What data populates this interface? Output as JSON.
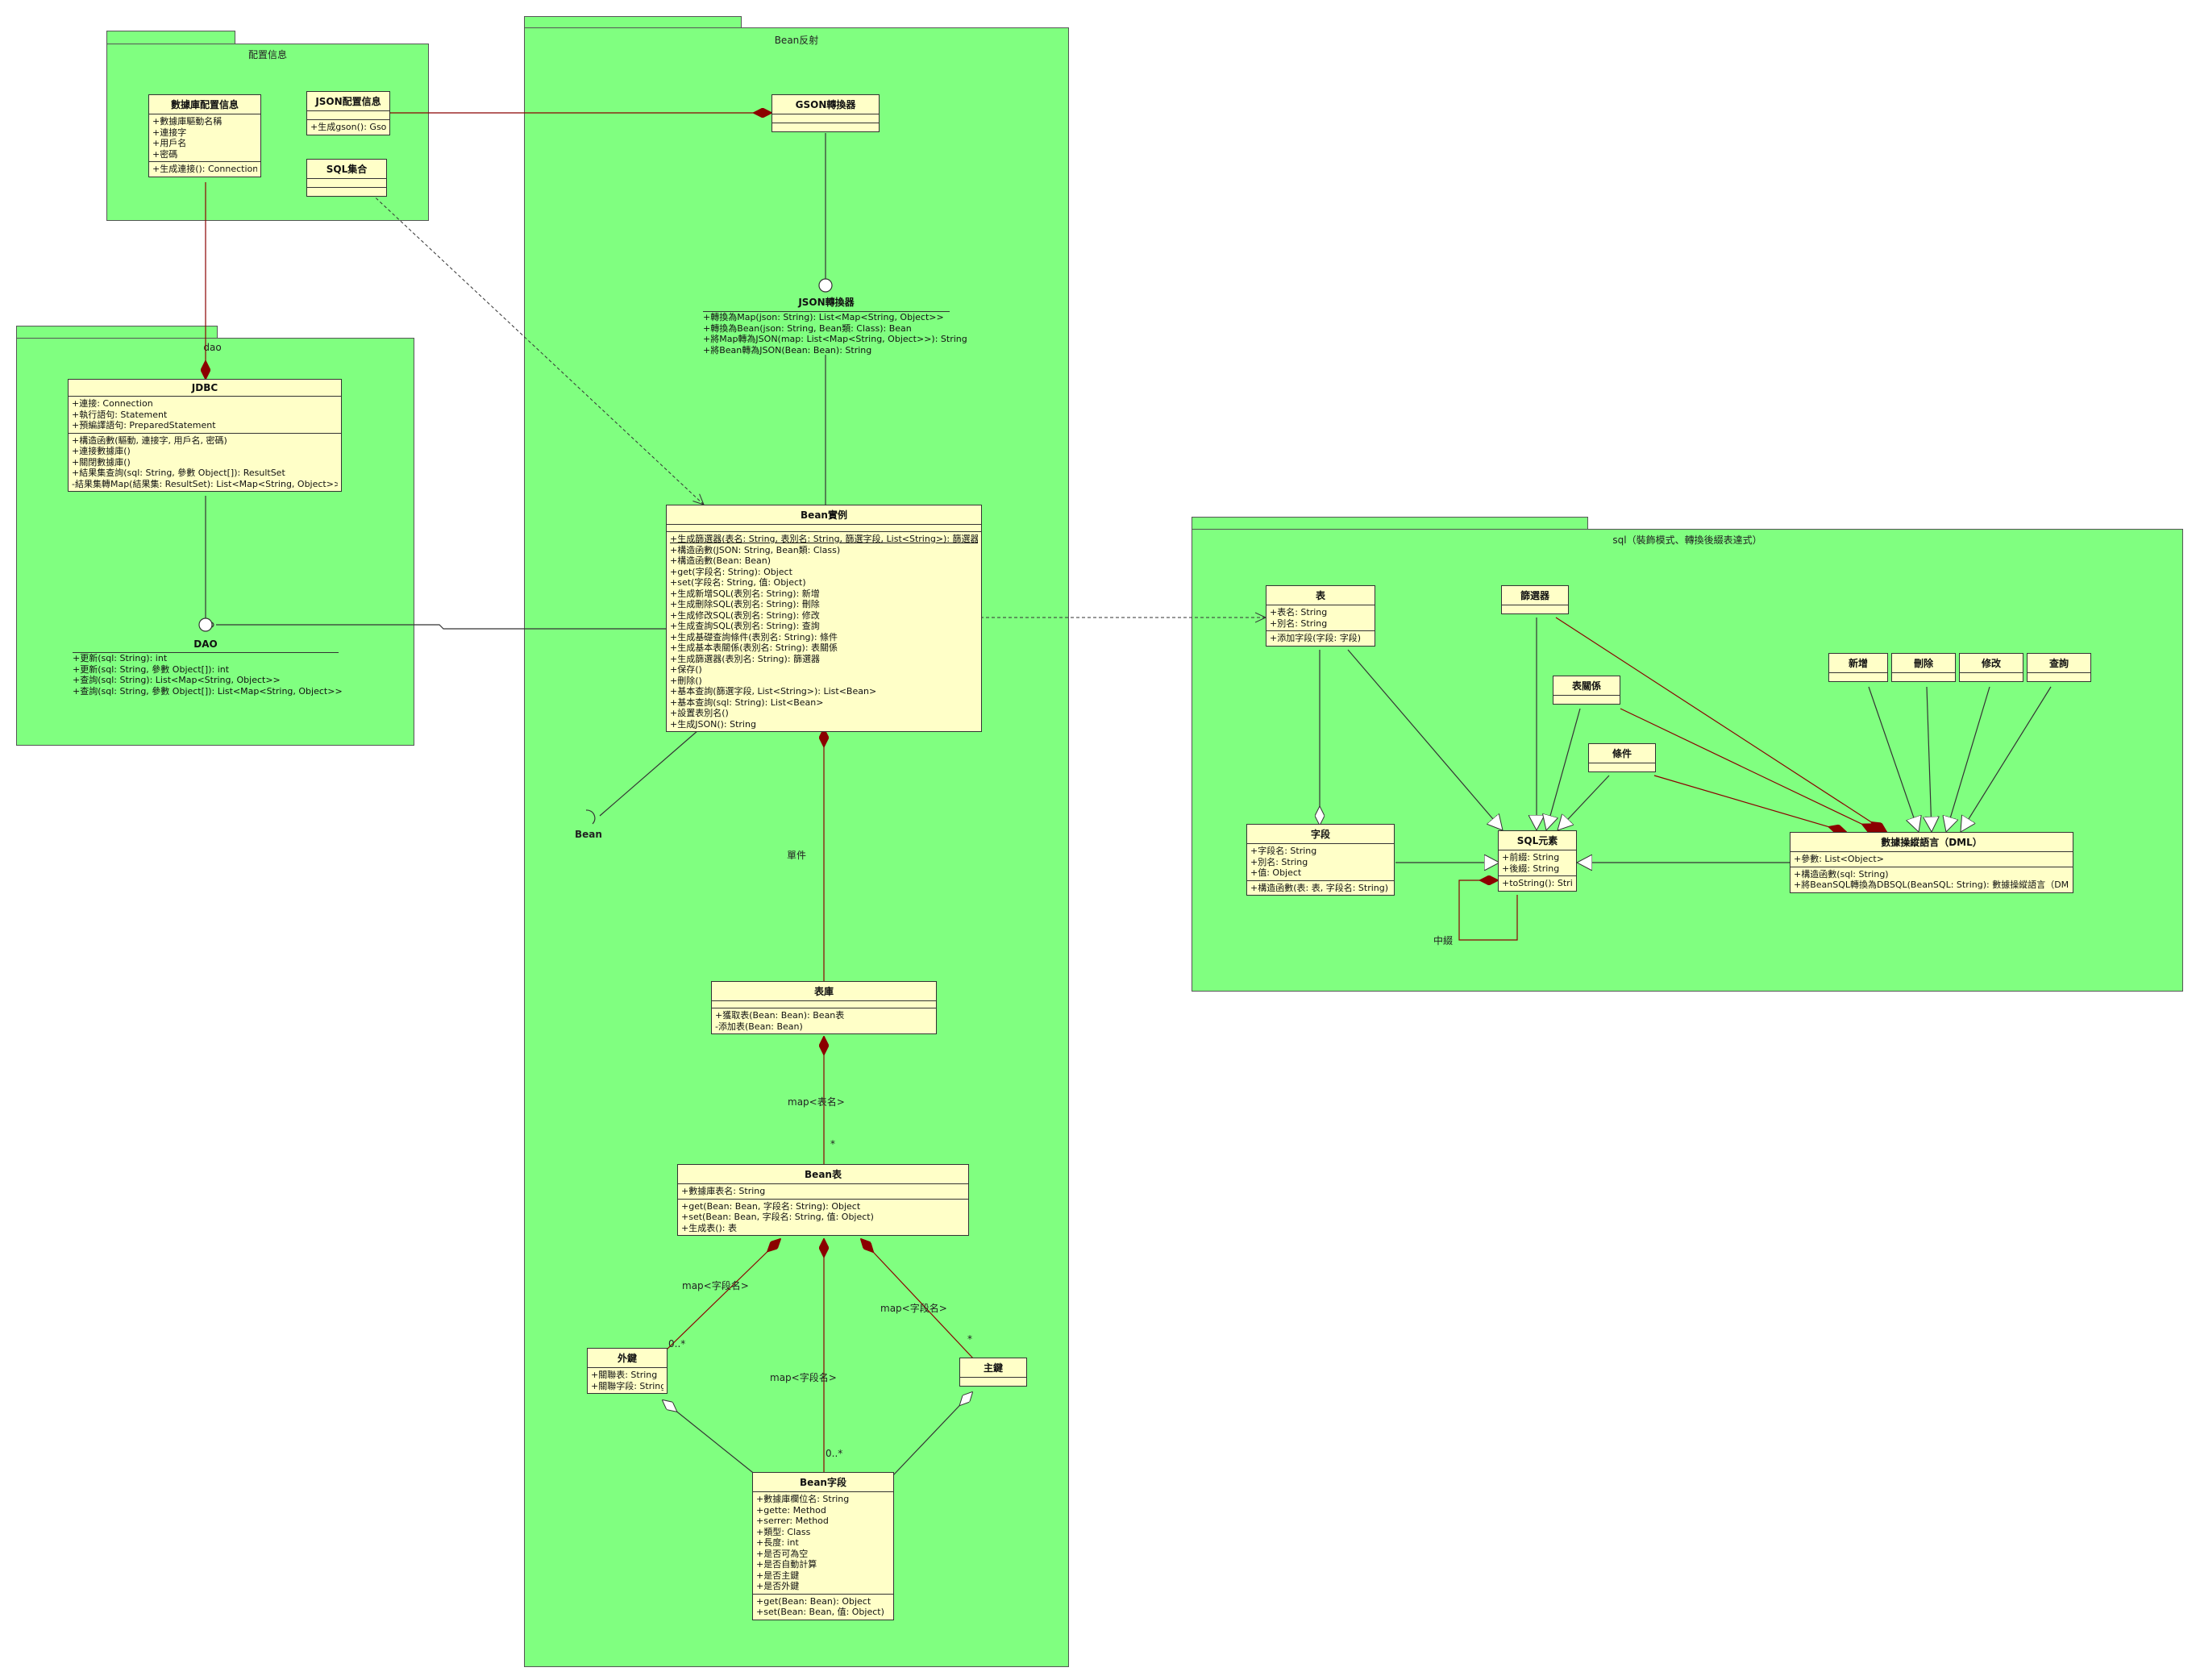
{
  "packages": {
    "config": {
      "title": "配置信息"
    },
    "dao": {
      "title": "dao"
    },
    "bean": {
      "title": "Bean反射"
    },
    "sql": {
      "title": "sql（裝飾模式、轉換後綴表達式）"
    }
  },
  "classes": {
    "db_config": {
      "name": "數據庫配置信息",
      "attrs": [
        "+數據庫驅動名稱",
        "+連接字",
        "+用戶名",
        "+密碼"
      ],
      "ops": [
        "+生成連接(): Connection"
      ]
    },
    "json_config": {
      "name": "JSON配置信息",
      "ops": [
        "+生成gson(): Gson"
      ]
    },
    "sql_set": {
      "name": "SQL集合"
    },
    "jdbc": {
      "name": "JDBC",
      "attrs": [
        "+連接: Connection",
        "+執行語句: Statement",
        "+預編譯語句: PreparedStatement"
      ],
      "ops": [
        "+構造函數(驅動, 連接字, 用戶名, 密碼)",
        "+連接數據庫()",
        "+關閉數據庫()",
        "+結果集查詢(sql: String, 參數 Object[]): ResultSet",
        "-結果集轉Map(結果集: ResultSet): List<Map<String, Object>>"
      ]
    },
    "gson_converter": {
      "name": "GSON轉換器"
    },
    "bean_instance": {
      "name": "Bean實例",
      "ops": [
        "+生成篩選器(表名: String, 表別名: String, 篩選字段, List<String>): 篩選器",
        "+構造函數(JSON: String, Bean類: Class)",
        "+構造函數(Bean: Bean)",
        "+get(字段名: String): Object",
        "+set(字段名: String, 值: Object)",
        "+生成新增SQL(表別名: String): 新增",
        "+生成刪除SQL(表別名: String): 刪除",
        "+生成修改SQL(表別名: String): 修改",
        "+生成查詢SQL(表別名: String): 查詢",
        "+生成基礎查詢條件(表別名: String): 條件",
        "+生成基本表關係(表別名: String): 表關係",
        "+生成篩選器(表別名: String): 篩選器",
        "+保存()",
        "+刪除()",
        "+基本查詢(篩選字段, List<String>): List<Bean>",
        "+基本查詢(sql: String): List<Bean>",
        "+設置表別名()",
        "+生成JSON(): String"
      ]
    },
    "table_lib": {
      "name": "表庫",
      "ops": [
        "+獲取表(Bean: Bean): Bean表",
        "-添加表(Bean: Bean)"
      ]
    },
    "bean_table": {
      "name": "Bean表",
      "attrs": [
        "+數據庫表名: String"
      ],
      "ops": [
        "+get(Bean: Bean, 字段名: String): Object",
        "+set(Bean: Bean, 字段名: String, 值: Object)",
        "+生成表(): 表"
      ]
    },
    "foreign_key": {
      "name": "外鍵",
      "attrs": [
        "+關聯表: String",
        "+關聯字段: String"
      ]
    },
    "primary_key": {
      "name": "主鍵"
    },
    "bean_field": {
      "name": "Bean字段",
      "attrs": [
        "+數據庫欄位名: String",
        "+gette: Method",
        "+serrer: Method",
        "+類型: Class",
        "+長度: int",
        "+是否可為空",
        "+是否自動計算",
        "+是否主鍵",
        "+是否外鍵"
      ],
      "ops": [
        "+get(Bean: Bean): Object",
        "+set(Bean: Bean, 值: Object)"
      ]
    },
    "table": {
      "name": "表",
      "attrs": [
        "+表名: String",
        "+別名: String"
      ],
      "ops": [
        "+添加字段(字段: 字段)"
      ]
    },
    "field": {
      "name": "字段",
      "attrs": [
        "+字段名: String",
        "+別名: String",
        "+值: Object"
      ],
      "ops": [
        "+構造函數(表: 表, 字段名: String)"
      ]
    },
    "filter": {
      "name": "篩選器"
    },
    "table_rel": {
      "name": "表關係"
    },
    "condition": {
      "name": "條件"
    },
    "sql_element": {
      "name": "SQL元素",
      "attrs": [
        "+前綴: String",
        "+後綴: String"
      ],
      "ops": [
        "+toString(): String"
      ]
    },
    "dml": {
      "name": "數據操縱語言（DML）",
      "attrs": [
        "+參數: List<Object>"
      ],
      "ops": [
        "+構造函數(sql: String)",
        "+將BeanSQL轉換為DBSQL(BeanSQL: String): 數據操縱語言（DML）"
      ]
    },
    "insert": {
      "name": "新增"
    },
    "delete": {
      "name": "刪除"
    },
    "update": {
      "name": "修改"
    },
    "query": {
      "name": "查詢"
    }
  },
  "interfaces": {
    "json_converter": {
      "name": "JSON轉換器",
      "ops": [
        "+轉換為Map(json: String): List<Map<String, Object>>",
        "+轉換為Bean(json: String, Bean類: Class): Bean",
        "+將Map轉為JSON(map: List<Map<String, Object>>): String",
        "+將Bean轉為JSON(Bean: Bean): String"
      ]
    },
    "dao": {
      "name": "DAO",
      "ops": [
        "+更新(sql: String): int",
        "+更新(sql: String, 參數 Object[]): int",
        "+查詢(sql: String): List<Map<String, Object>>",
        "+查詢(sql: String, 參數 Object[]): List<Map<String, Object>>"
      ]
    },
    "bean": {
      "name": "Bean"
    }
  },
  "labels": {
    "single": "單件",
    "map_table_name": "map<表名>",
    "map_field_name_a": "map<字段名>",
    "map_field_name_b": "map<字段名>",
    "map_field_name_c": "map<字段名>",
    "mult_star_a": "*",
    "mult_star_b": "*",
    "mult_0n_a": "0..*",
    "mult_0n_b": "0..*",
    "middle": "中綴"
  },
  "colors": {
    "package_fill": "#80ff80",
    "class_fill": "#ffffc8",
    "composition": "#8b0000",
    "line": "#333333"
  }
}
